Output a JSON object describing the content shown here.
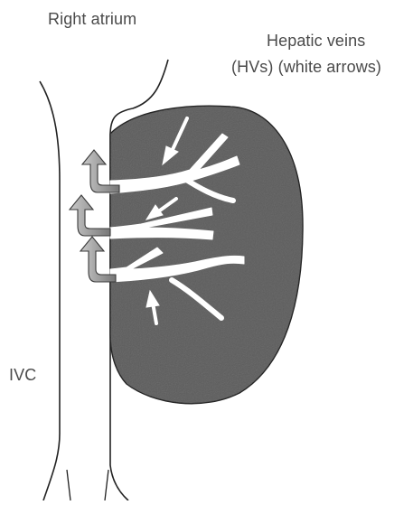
{
  "labels": {
    "right_atrium": "Right atrium",
    "hepatic_veins_line1": "Hepatic veins",
    "hepatic_veins_line2": "(HVs) (white arrows)",
    "ivc": "IVC"
  },
  "colors": {
    "liver": "#5b5b5b",
    "outline": "#222222",
    "vein": "#ffffff",
    "flow_arrow_light": "#d6d6d6",
    "flow_arrow_dark": "#7a7a7a",
    "text": "#4a4a4a"
  }
}
